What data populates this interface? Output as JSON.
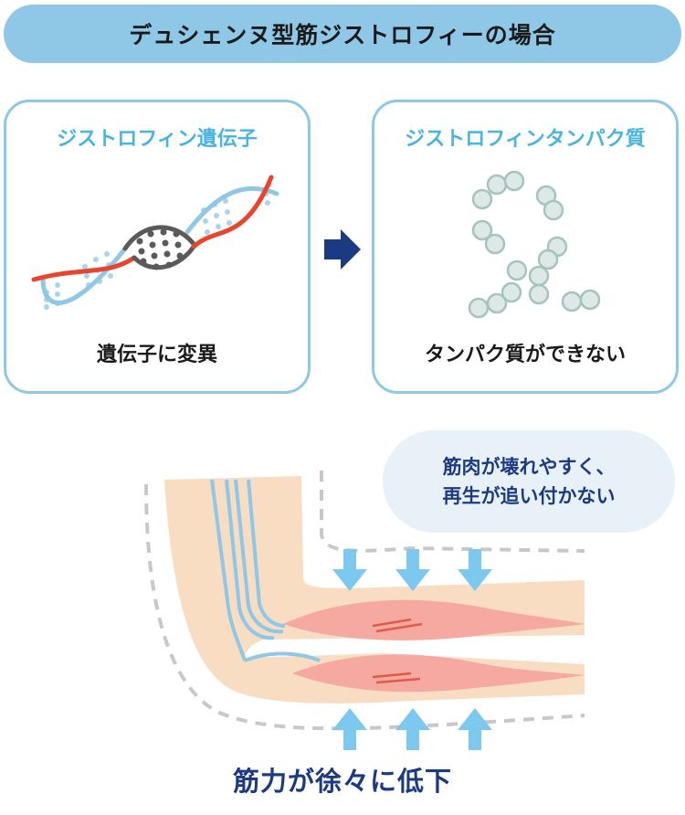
{
  "title": "デュシェンヌ型筋ジストロフィーの場合",
  "left_card": {
    "heading": "ジストロフィン遺伝子",
    "caption": "遺伝子に変異"
  },
  "right_card": {
    "heading": "ジストロフィンタンパク質",
    "caption": "タンパク質ができない"
  },
  "bubble": {
    "line1": "筋肉が壊れやすく、",
    "line2": "再生が追い付かない"
  },
  "bottom_caption": "筋力が徐々に低下",
  "icons": [
    "dna-helix-icon",
    "arrow-right-icon",
    "protein-beads-icon",
    "arm-muscle-icon",
    "down-arrow-icon",
    "up-arrow-icon"
  ],
  "colors": {
    "title_bar": "#8ec8e6",
    "card_border": "#8ec8e6",
    "heading": "#49b4e0",
    "accent_navy": "#1c3a82",
    "dna_red": "#e8452c",
    "dna_blue": "#8ec8e6",
    "dna_mutation": "#5a5a5a",
    "protein_bead": "#c9dcd9",
    "skin": "#f8ddc3",
    "muscle": "#f5a9a0",
    "pressure_arrow": "#7cc8ef"
  }
}
